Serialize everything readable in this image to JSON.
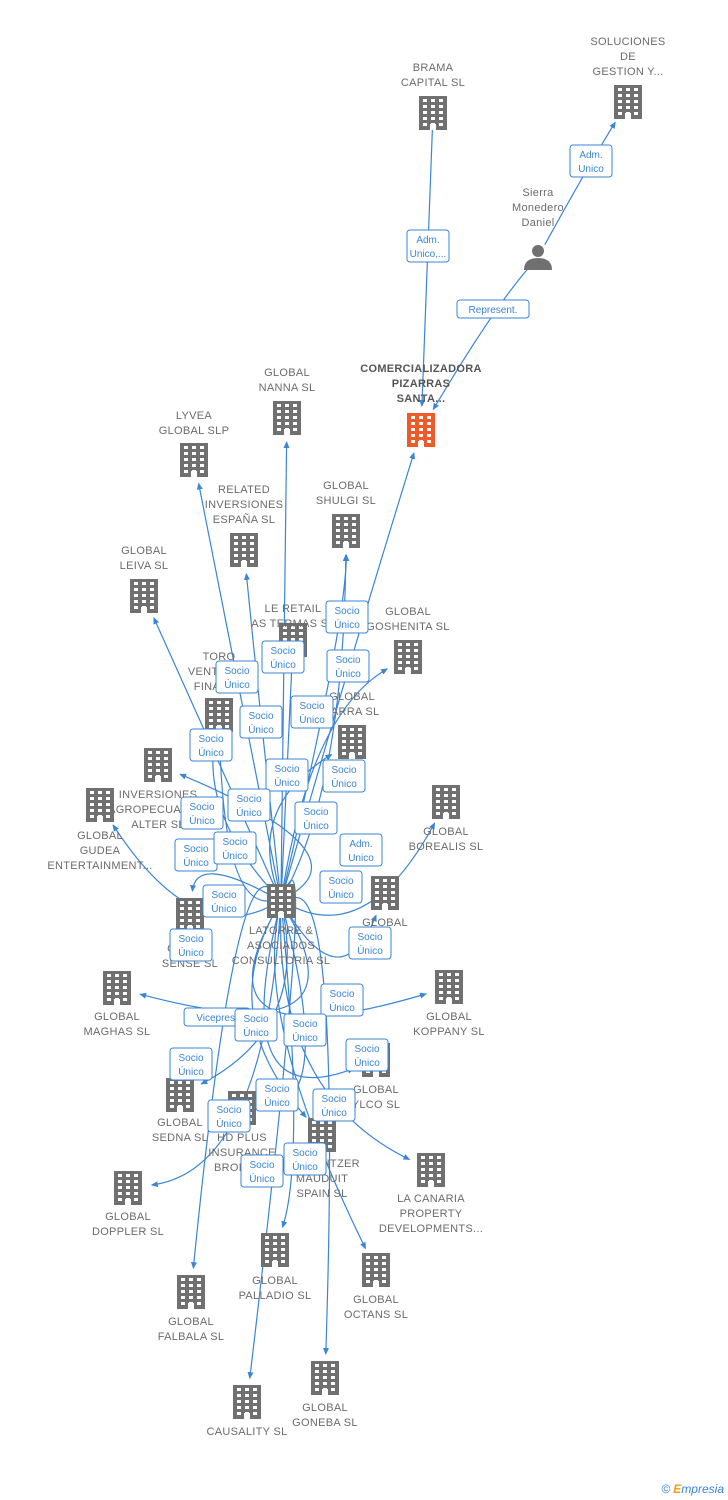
{
  "colors": {
    "edge": "#3a85d6",
    "building": "#707070",
    "focus": "#f05a28",
    "person": "#707070"
  },
  "footer": {
    "copyright": "©",
    "brand_initial": "E",
    "brand_rest": "mpresia"
  },
  "nodes": [
    {
      "id": "brama",
      "type": "building",
      "lines": [
        "BRAMA",
        "CAPITAL  SL"
      ]
    },
    {
      "id": "soluciones",
      "type": "building",
      "lines": [
        "SOLUCIONES",
        "DE",
        "GESTION Y..."
      ]
    },
    {
      "id": "sierra",
      "type": "person",
      "lines": [
        "Sierra",
        "Monedero",
        "Daniel"
      ]
    },
    {
      "id": "comercializadora",
      "type": "focus",
      "lines": [
        "COMERCIALIZADORA",
        "PIZARRAS",
        "SANTA..."
      ]
    },
    {
      "id": "nanna",
      "type": "building",
      "lines": [
        "GLOBAL",
        "NANNA  SL"
      ]
    },
    {
      "id": "lyvea",
      "type": "building",
      "lines": [
        "LYVEA",
        "GLOBAL  SLP"
      ]
    },
    {
      "id": "related",
      "type": "building",
      "lines": [
        "RELATED",
        "INVERSIONES",
        "ESPAÑA  SL"
      ]
    },
    {
      "id": "shulgi",
      "type": "building",
      "lines": [
        "GLOBAL",
        "SHULGI  SL"
      ]
    },
    {
      "id": "leiva",
      "type": "building",
      "lines": [
        "GLOBAL",
        "LEIVA  SL"
      ]
    },
    {
      "id": "leretail",
      "type": "building",
      "lines": [
        "LE RETAIL",
        "AS TERMAS  SL"
      ]
    },
    {
      "id": "goshenita",
      "type": "building",
      "lines": [
        "GLOBAL",
        "GOSHENITA SL"
      ]
    },
    {
      "id": "toro",
      "type": "building",
      "lines": [
        "TORO",
        "VENTURES",
        "FINANCE"
      ]
    },
    {
      "id": "farra",
      "type": "building",
      "lines": [
        "GLOBAL",
        "FARRA  SL"
      ]
    },
    {
      "id": "inversiones",
      "type": "building",
      "lines": [
        "INVERSIONES",
        "AGROPECUARIAS",
        "ALTER  SL"
      ]
    },
    {
      "id": "gudea",
      "type": "building",
      "lines": [
        "GLOBAL",
        "GUDEA",
        "ENTERTAINMENT..."
      ]
    },
    {
      "id": "borealis",
      "type": "building",
      "lines": [
        "GLOBAL",
        "BOREALIS  SL"
      ]
    },
    {
      "id": "latorre",
      "type": "building",
      "lines": [
        "LATORRE &",
        "ASOCIADOS",
        "CONSULTORIA SL"
      ]
    },
    {
      "id": "sense",
      "type": "building",
      "lines": [
        "GLOBAL",
        "SENSE  SL"
      ]
    },
    {
      "id": "global_x",
      "type": "building",
      "lines": [
        "GLOBAL",
        "SL"
      ]
    },
    {
      "id": "maghas",
      "type": "building",
      "lines": [
        "GLOBAL",
        "MAGHAS  SL"
      ]
    },
    {
      "id": "koppany",
      "type": "building",
      "lines": [
        "GLOBAL",
        "KOPPANY  SL"
      ]
    },
    {
      "id": "ylco",
      "type": "building",
      "lines": [
        "GLOBAL",
        "YLCO  SL"
      ]
    },
    {
      "id": "sedna",
      "type": "building",
      "lines": [
        "GLOBAL",
        "SEDNA  SL"
      ]
    },
    {
      "id": "hdplus",
      "type": "building",
      "lines": [
        "HD PLUS",
        "INSURANCE",
        "BROKERS"
      ]
    },
    {
      "id": "schweitzer",
      "type": "building",
      "lines": [
        "SCHWEITZER",
        "MAUDUIT",
        "SPAIN SL"
      ]
    },
    {
      "id": "canaria",
      "type": "building",
      "lines": [
        "LA CANARIA",
        "PROPERTY",
        "DEVELOPMENTS..."
      ]
    },
    {
      "id": "doppler",
      "type": "building",
      "lines": [
        "GLOBAL",
        "DOPPLER  SL"
      ]
    },
    {
      "id": "palladio",
      "type": "building",
      "lines": [
        "GLOBAL",
        "PALLADIO  SL"
      ]
    },
    {
      "id": "octans",
      "type": "building",
      "lines": [
        "GLOBAL",
        "OCTANS  SL"
      ]
    },
    {
      "id": "falbala",
      "type": "building",
      "lines": [
        "GLOBAL",
        "FALBALA  SL"
      ]
    },
    {
      "id": "causality",
      "type": "building",
      "lines": [
        "CAUSALITY  SL"
      ]
    },
    {
      "id": "goneba",
      "type": "building",
      "lines": [
        "GLOBAL",
        "GONEBA  SL"
      ]
    }
  ],
  "edges": [
    {
      "from": "brama",
      "to": "comercializadora",
      "label": [
        "Adm.",
        "Unico,..."
      ]
    },
    {
      "from": "sierra",
      "to": "soluciones",
      "label": [
        "Adm.",
        "Unico"
      ]
    },
    {
      "from": "sierra",
      "to": "comercializadora",
      "label": [
        "Represent."
      ]
    },
    {
      "from": "latorre",
      "to": "comercializadora",
      "label": [
        "Socio",
        "Único"
      ]
    },
    {
      "from": "latorre",
      "to": "nanna",
      "label": [
        "Socio",
        "Único"
      ]
    },
    {
      "from": "latorre",
      "to": "lyvea",
      "label": [
        "Socio",
        "Único"
      ]
    },
    {
      "from": "latorre",
      "to": "related",
      "label": [
        "Socio",
        "Único"
      ]
    },
    {
      "from": "latorre",
      "to": "shulgi",
      "label": [
        "Socio",
        "Único"
      ]
    },
    {
      "from": "latorre",
      "to": "leiva",
      "label": [
        "Socio",
        "Único"
      ]
    },
    {
      "from": "latorre",
      "to": "leretail",
      "label": [
        "Socio",
        "Único"
      ]
    },
    {
      "from": "latorre",
      "to": "goshenita",
      "label": [
        "Socio",
        "Único"
      ]
    },
    {
      "from": "latorre",
      "to": "toro",
      "label": [
        "Socio",
        "Único"
      ]
    },
    {
      "from": "latorre",
      "to": "farra",
      "label": [
        "Socio",
        "Único"
      ]
    },
    {
      "from": "latorre",
      "to": "inversiones",
      "label": [
        "Adm.",
        "Unico"
      ]
    },
    {
      "from": "latorre",
      "to": "gudea",
      "label": [
        "Socio",
        "Único"
      ]
    },
    {
      "from": "latorre",
      "to": "borealis",
      "label": [
        "Socio",
        "Único"
      ]
    },
    {
      "from": "latorre",
      "to": "sense",
      "label": [
        "Socio",
        "Único"
      ]
    },
    {
      "from": "latorre",
      "to": "global_x",
      "label": [
        "Socio",
        "Único"
      ]
    },
    {
      "from": "latorre",
      "to": "maghas",
      "label": [
        "Socio",
        "Único"
      ]
    },
    {
      "from": "latorre",
      "to": "koppany",
      "label": [
        "Socio",
        "Único"
      ]
    },
    {
      "from": "latorre",
      "to": "ylco",
      "label": [
        "Socio",
        "Único"
      ]
    },
    {
      "from": "latorre",
      "to": "sedna",
      "label": [
        "Socio",
        "Único"
      ]
    },
    {
      "from": "latorre",
      "to": "hdplus",
      "label": [
        "Socio",
        "Único"
      ]
    },
    {
      "from": "latorre",
      "to": "schweitzer",
      "label": [
        "Vicepres."
      ]
    },
    {
      "from": "latorre",
      "to": "canaria",
      "label": [
        "Socio",
        "Único"
      ]
    },
    {
      "from": "latorre",
      "to": "doppler",
      "label": [
        "Socio",
        "Único"
      ]
    },
    {
      "from": "latorre",
      "to": "palladio",
      "label": [
        "Socio",
        "Único"
      ]
    },
    {
      "from": "latorre",
      "to": "octans",
      "label": [
        "Socio",
        "Único"
      ]
    },
    {
      "from": "latorre",
      "to": "falbala",
      "label": [
        "Socio",
        "Único"
      ]
    },
    {
      "from": "latorre",
      "to": "causality",
      "label": [
        "Socio",
        "Único"
      ]
    },
    {
      "from": "latorre",
      "to": "goneba",
      "label": [
        "Socio",
        "Único"
      ]
    },
    {
      "from": "latorre",
      "to": "shulgi",
      "label": [
        "Socio",
        "Único"
      ]
    },
    {
      "from": "latorre",
      "to": "toro",
      "label": [
        "Socio",
        "Único"
      ]
    }
  ]
}
